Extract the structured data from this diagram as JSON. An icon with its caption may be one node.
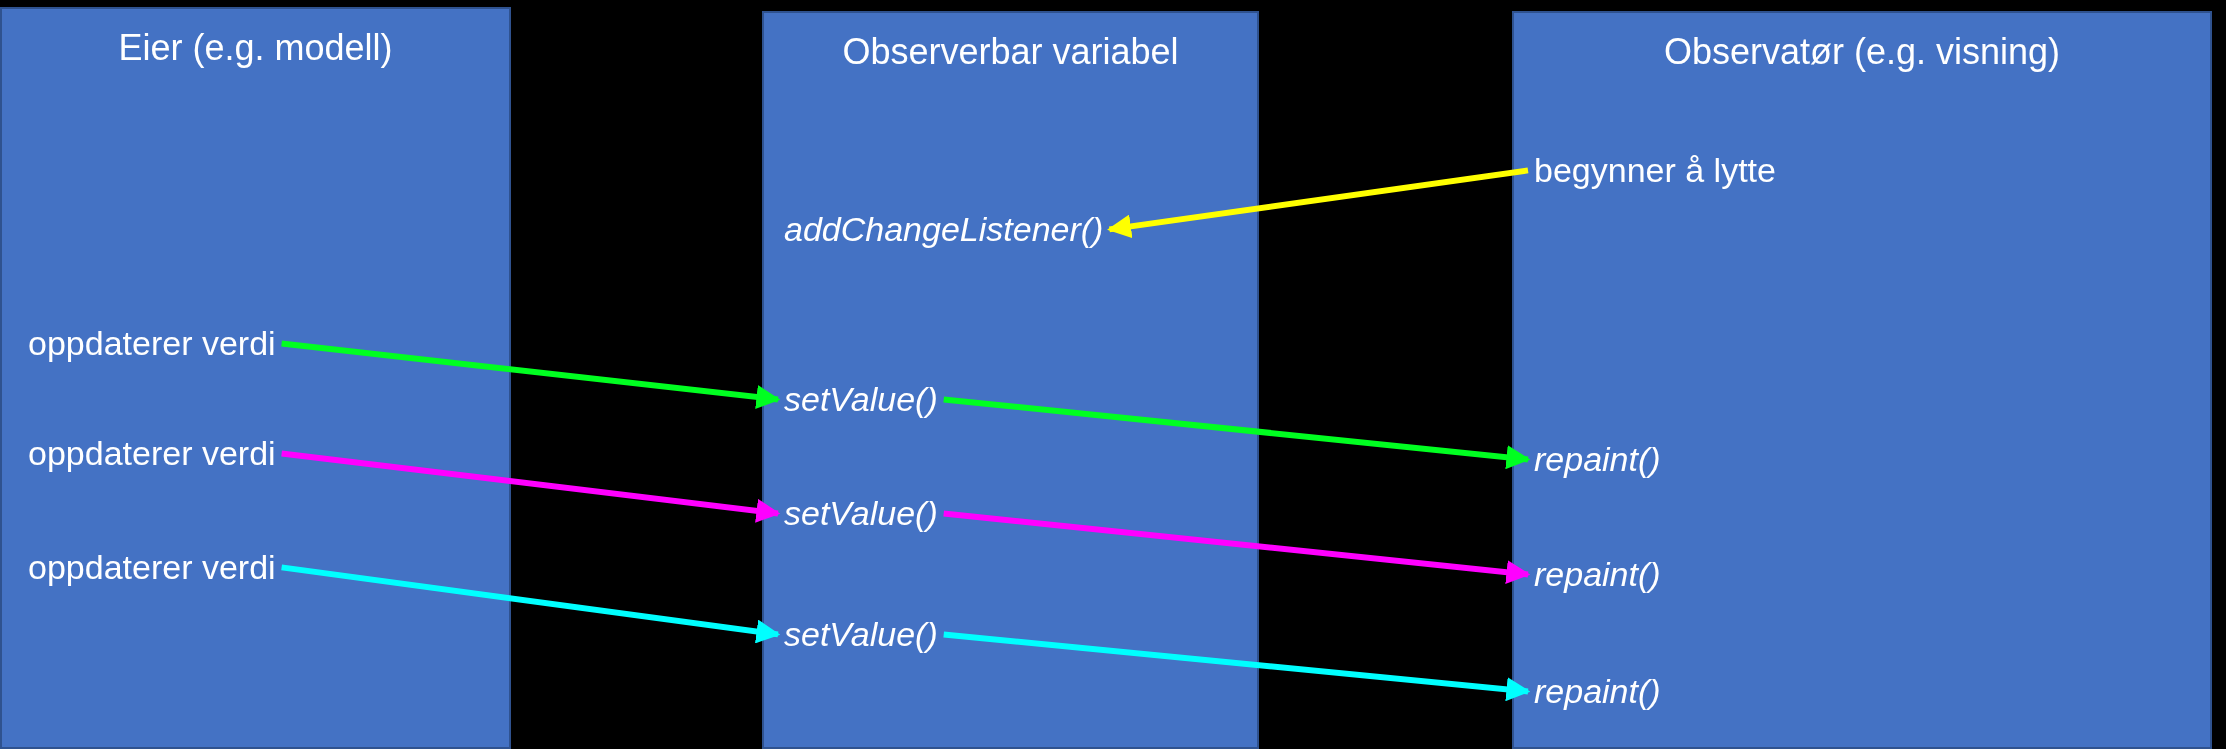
{
  "diagram": {
    "nodes": [
      {
        "text": [
          "Eier (e.g. modell)"
        ]
      },
      {
        "text": [
          "oppdaterer verdi"
        ],
        "in": 0
      },
      {
        "text": [
          "oppdaterer verdi"
        ],
        "in": 0
      },
      {
        "text": [
          "oppdaterer verdi"
        ],
        "in": 0
      },
      {
        "text": [
          "Observerbar variabel"
        ]
      },
      {
        "text": [
          "addChangeListener()"
        ],
        "in": 4
      },
      {
        "text": [
          "setValue()"
        ],
        "in": 4
      },
      {
        "text": [
          "setValue()"
        ],
        "in": 4
      },
      {
        "text": [
          "setValue()"
        ],
        "in": 4
      },
      {
        "text": [
          "Observatør (e.g. visning)"
        ]
      },
      {
        "text": [
          "begynner å lytte"
        ],
        "in": 9
      },
      {
        "text": [
          "repaint()"
        ],
        "in": 9
      },
      {
        "text": [
          "repaint()"
        ],
        "in": 9
      },
      {
        "text": [
          "repaint()"
        ],
        "in": 9
      }
    ],
    "edges": [
      {
        "from": 10,
        "to": 5,
        "arrow": "to",
        "color": "#ffff00"
      },
      {
        "from": 1,
        "to": 6,
        "arrow": "to",
        "color": "#00ff21"
      },
      {
        "from": 6,
        "to": 11,
        "arrow": "to",
        "color": "#00ff21"
      },
      {
        "from": 2,
        "to": 7,
        "arrow": "to",
        "color": "#ff00ff"
      },
      {
        "from": 7,
        "to": 12,
        "arrow": "to",
        "color": "#ff00ff"
      },
      {
        "from": 3,
        "to": 8,
        "arrow": "to",
        "color": "#00ffff"
      },
      {
        "from": 8,
        "to": 13,
        "arrow": "to",
        "color": "#00ffff"
      }
    ]
  }
}
